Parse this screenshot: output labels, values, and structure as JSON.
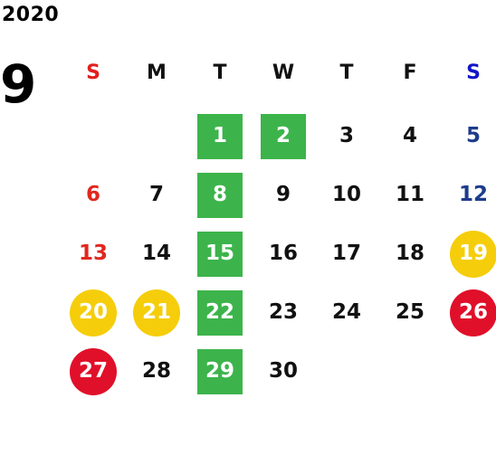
{
  "calendar": {
    "year": "2020",
    "month": "9",
    "weekdays": [
      {
        "label": "S",
        "color": "#e0201e"
      },
      {
        "label": "M",
        "color": "#111111"
      },
      {
        "label": "T",
        "color": "#111111"
      },
      {
        "label": "W",
        "color": "#111111"
      },
      {
        "label": "T",
        "color": "#111111"
      },
      {
        "label": "F",
        "color": "#111111"
      },
      {
        "label": "S",
        "color": "#1414c8"
      }
    ],
    "weeks": [
      [
        null,
        null,
        {
          "day": "1",
          "mark": "green-square"
        },
        {
          "day": "2",
          "mark": "green-square"
        },
        {
          "day": "3"
        },
        {
          "day": "4"
        },
        {
          "day": "5"
        }
      ],
      [
        {
          "day": "6"
        },
        {
          "day": "7"
        },
        {
          "day": "8",
          "mark": "green-square"
        },
        {
          "day": "9"
        },
        {
          "day": "10"
        },
        {
          "day": "11"
        },
        {
          "day": "12"
        }
      ],
      [
        {
          "day": "13"
        },
        {
          "day": "14"
        },
        {
          "day": "15",
          "mark": "green-square"
        },
        {
          "day": "16"
        },
        {
          "day": "17"
        },
        {
          "day": "18"
        },
        {
          "day": "19",
          "mark": "yellow-circle"
        }
      ],
      [
        {
          "day": "20",
          "mark": "yellow-circle"
        },
        {
          "day": "21",
          "mark": "yellow-circle"
        },
        {
          "day": "22",
          "mark": "green-square"
        },
        {
          "day": "23"
        },
        {
          "day": "24"
        },
        {
          "day": "25"
        },
        {
          "day": "26",
          "mark": "red-circle"
        }
      ],
      [
        {
          "day": "27",
          "mark": "red-circle"
        },
        {
          "day": "28"
        },
        {
          "day": "29",
          "mark": "green-square"
        },
        {
          "day": "30"
        },
        null,
        null,
        null
      ]
    ]
  },
  "colors": {
    "sunday": "#e0281e",
    "saturday": "#1e3c8c",
    "weekday": "#111111",
    "green_square": "#3cb44b",
    "yellow_circle": "#f5cd0a",
    "red_circle": "#e0102a",
    "mark_text": "#ffffff"
  }
}
